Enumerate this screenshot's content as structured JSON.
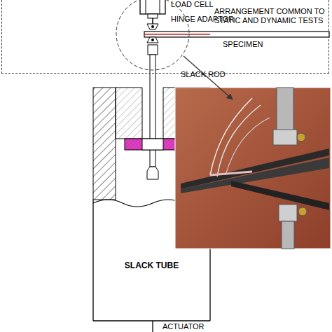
{
  "diagram": {
    "nodes": [
      {
        "text": [
          "ARRANGEMENT COMMON TO STATIC AND DYNAMIC TESTS"
        ]
      },
      {
        "text": [
          "SLACK TUBE"
        ]
      }
    ],
    "labels": [
      "LOAD CELL",
      "HINGE ADAPTOR",
      "SPECIMEN",
      "SLACK ROD",
      "ACTUATOR"
    ]
  }
}
